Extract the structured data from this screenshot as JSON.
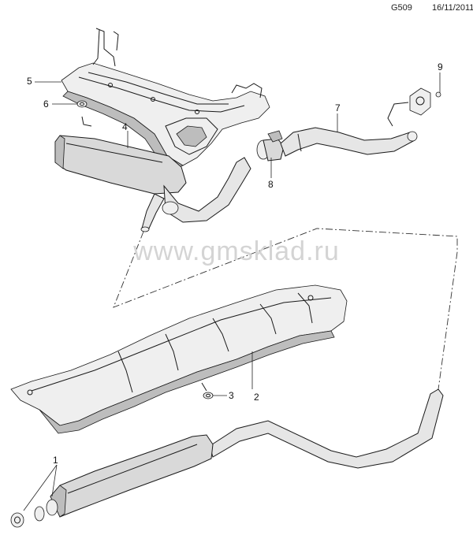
{
  "header": {
    "diagram_code": "G509",
    "date": "16/11/2011"
  },
  "watermark": "www.gmsklad.ru",
  "callouts": [
    "1",
    "2",
    "3",
    "4",
    "5",
    "6",
    "7",
    "8",
    "9"
  ]
}
